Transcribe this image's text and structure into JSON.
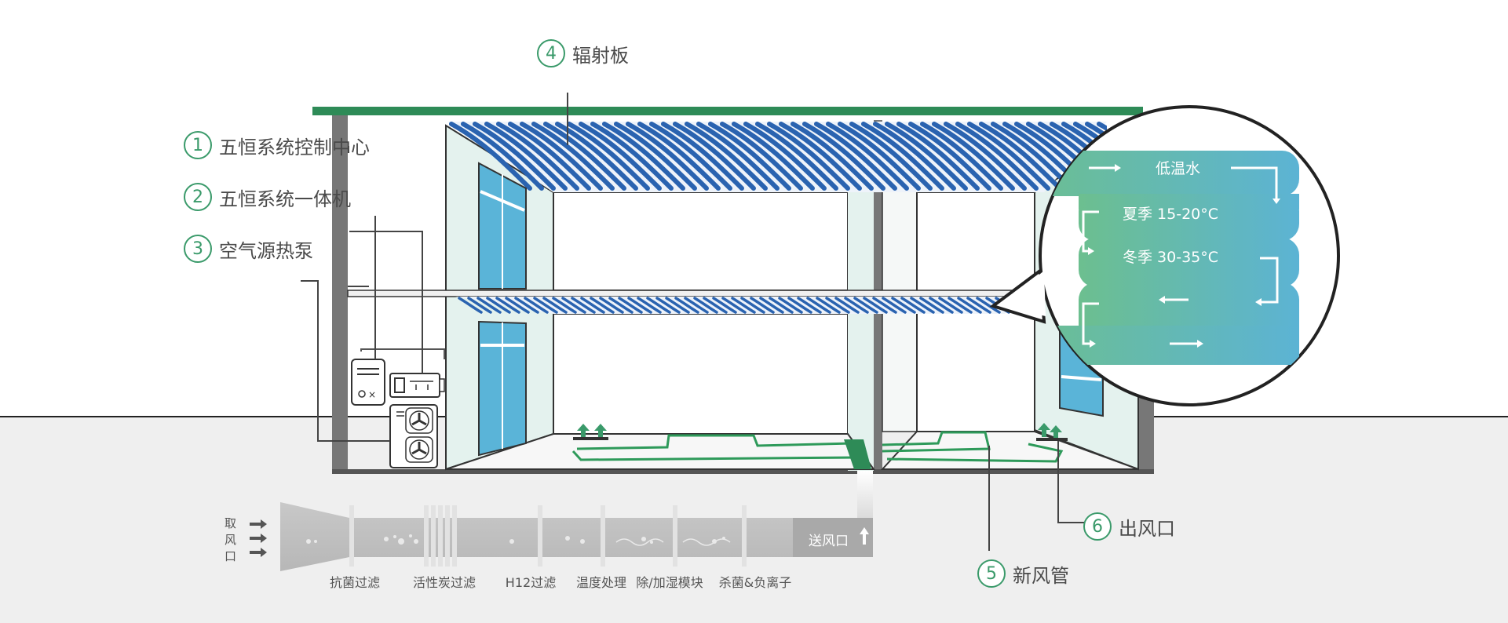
{
  "callouts": [
    {
      "num": "1",
      "label": "五恒系统控制中心"
    },
    {
      "num": "2",
      "label": "五恒系统一体机"
    },
    {
      "num": "3",
      "label": "空气源热泵"
    },
    {
      "num": "4",
      "label": "辐射板"
    },
    {
      "num": "5",
      "label": "新风管"
    },
    {
      "num": "6",
      "label": "出风口"
    }
  ],
  "bubble": {
    "water": "低温水",
    "summer": "夏季 15-20°C",
    "winter": "冬季 30-35°C"
  },
  "duct": {
    "intake_chars": [
      "取",
      "风",
      "口"
    ],
    "supply": "送风口",
    "stages": [
      "抗菌过滤",
      "活性炭过滤",
      "H12过滤",
      "温度处理",
      "除/加湿模块",
      "杀菌&负离子"
    ]
  },
  "colors": {
    "accent": "#3a9a6a",
    "roof": "#2e8b57",
    "pipe": "#2a63b0",
    "window": "#5ab4d8"
  }
}
